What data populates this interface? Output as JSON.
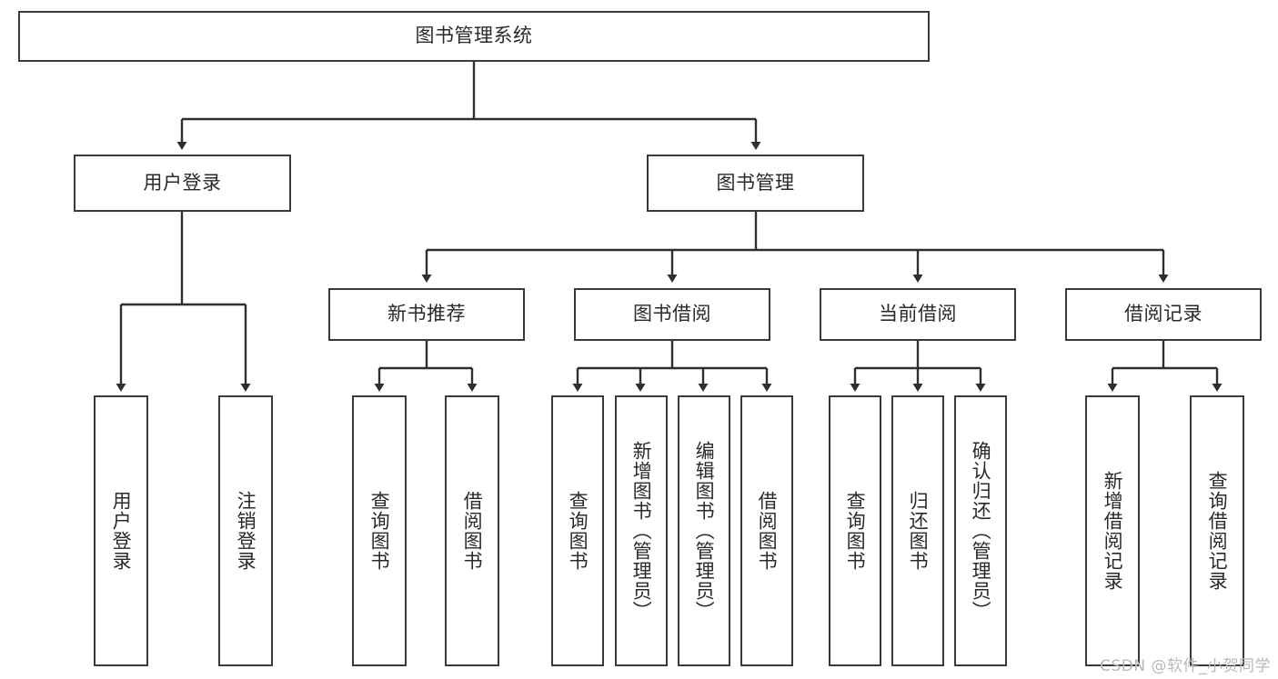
{
  "diagram": {
    "type": "tree-hierarchy-chart",
    "title": "图书管理系统",
    "watermark": "CSDN @软件_小贺同学",
    "colors": {
      "box_border": "#3a3a3a",
      "box_fill": "#ffffff",
      "connector": "#2f2f2f",
      "text": "#2a2a2a",
      "watermark": "#b9b9b9",
      "background": "#ffffff"
    },
    "nodes": {
      "root": {
        "label": "图书管理系统",
        "level": 0,
        "orientation": "horizontal"
      },
      "user_login": {
        "label": "用户登录",
        "level": 1,
        "orientation": "horizontal"
      },
      "book_manage": {
        "label": "图书管理",
        "level": 1,
        "orientation": "horizontal"
      },
      "new_book_rec": {
        "label": "新书推荐",
        "level": 2,
        "orientation": "horizontal"
      },
      "book_borrow": {
        "label": "图书借阅",
        "level": 2,
        "orientation": "horizontal"
      },
      "current_borrow": {
        "label": "当前借阅",
        "level": 2,
        "orientation": "horizontal"
      },
      "borrow_record": {
        "label": "借阅记录",
        "level": 2,
        "orientation": "horizontal"
      },
      "leaf_user_login": {
        "label": "用户登录",
        "level": 3,
        "orientation": "vertical"
      },
      "leaf_logout": {
        "label": "注销登录",
        "level": 3,
        "orientation": "vertical"
      },
      "leaf_query_book_1": {
        "label": "查询图书",
        "level": 3,
        "orientation": "vertical"
      },
      "leaf_borrow_book_1": {
        "label": "借阅图书",
        "level": 3,
        "orientation": "vertical"
      },
      "leaf_query_book_2": {
        "label": "查询图书",
        "level": 3,
        "orientation": "vertical"
      },
      "leaf_add_book": {
        "label": "新增图书（管理员）",
        "level": 3,
        "orientation": "vertical"
      },
      "leaf_edit_book": {
        "label": "编辑图书（管理员）",
        "level": 3,
        "orientation": "vertical"
      },
      "leaf_borrow_book_2": {
        "label": "借阅图书",
        "level": 3,
        "orientation": "vertical"
      },
      "leaf_query_book_3": {
        "label": "查询图书",
        "level": 3,
        "orientation": "vertical"
      },
      "leaf_return_book": {
        "label": "归还图书",
        "level": 3,
        "orientation": "vertical"
      },
      "leaf_confirm_return": {
        "label": "确认归还（管理员）",
        "level": 3,
        "orientation": "vertical"
      },
      "leaf_add_record": {
        "label": "新增借阅记录",
        "level": 3,
        "orientation": "vertical"
      },
      "leaf_query_record": {
        "label": "查询借阅记录",
        "level": 3,
        "orientation": "vertical"
      }
    },
    "edges": [
      {
        "from": "root",
        "to": "user_login"
      },
      {
        "from": "root",
        "to": "book_manage"
      },
      {
        "from": "user_login",
        "to": "leaf_user_login"
      },
      {
        "from": "user_login",
        "to": "leaf_logout"
      },
      {
        "from": "book_manage",
        "to": "new_book_rec"
      },
      {
        "from": "book_manage",
        "to": "book_borrow"
      },
      {
        "from": "book_manage",
        "to": "current_borrow"
      },
      {
        "from": "book_manage",
        "to": "borrow_record"
      },
      {
        "from": "new_book_rec",
        "to": "leaf_query_book_1"
      },
      {
        "from": "new_book_rec",
        "to": "leaf_borrow_book_1"
      },
      {
        "from": "book_borrow",
        "to": "leaf_query_book_2"
      },
      {
        "from": "book_borrow",
        "to": "leaf_add_book"
      },
      {
        "from": "book_borrow",
        "to": "leaf_edit_book"
      },
      {
        "from": "book_borrow",
        "to": "leaf_borrow_book_2"
      },
      {
        "from": "current_borrow",
        "to": "leaf_query_book_3"
      },
      {
        "from": "current_borrow",
        "to": "leaf_return_book"
      },
      {
        "from": "current_borrow",
        "to": "leaf_confirm_return"
      },
      {
        "from": "borrow_record",
        "to": "leaf_add_record"
      },
      {
        "from": "borrow_record",
        "to": "leaf_query_record"
      }
    ]
  }
}
